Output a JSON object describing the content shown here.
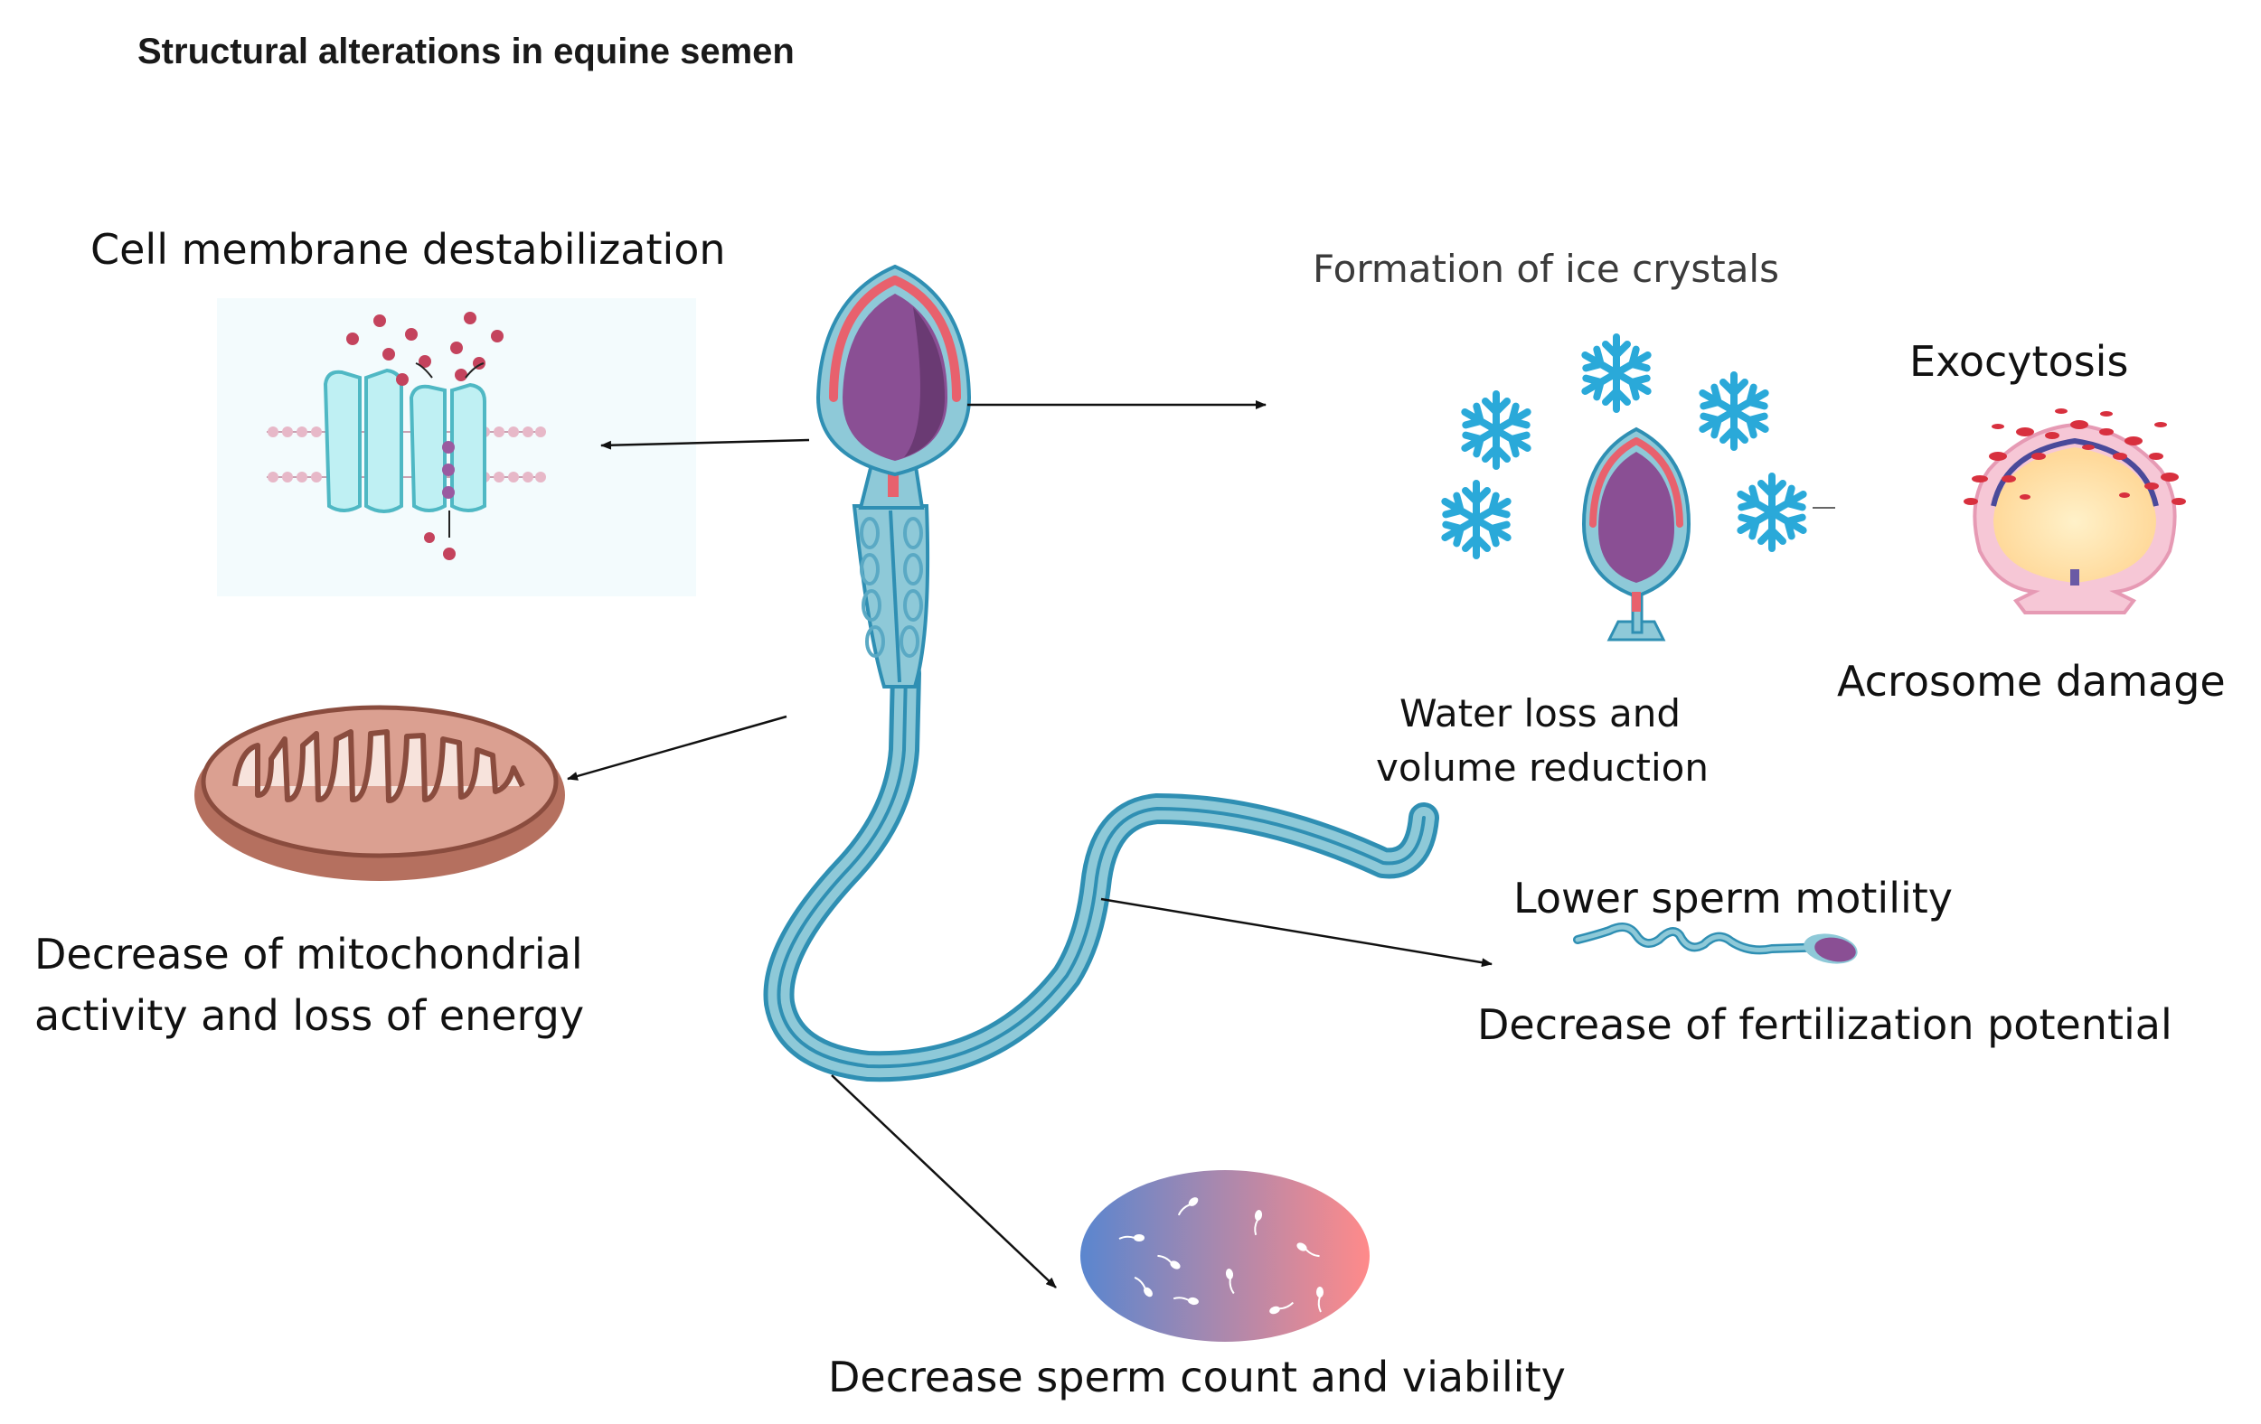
{
  "title": "Structural alterations in equine semen",
  "labels": {
    "membrane": "Cell membrane destabilization",
    "ice": "Formation of ice crystals",
    "exocytosis": "Exocytosis",
    "acrosome": "Acrosome damage",
    "water_line1": "Water loss and",
    "water_line2": "volume reduction",
    "motility": "Lower sperm motility",
    "fertilization": "Decrease of fertilization potential",
    "mito_line1": "Decrease of mitochondrial",
    "mito_line2": "activity and loss of energy",
    "count": "Decrease sperm count and viability"
  },
  "colors": {
    "sperm_body": "#8ec9d8",
    "sperm_outline": "#2f8fb3",
    "head_purple": "#8a4f94",
    "acrosome_red": "#e8616d",
    "snowflake": "#2aa9d9",
    "mitochondria": "#c98a7d",
    "gradient_blue": "#5a86cf",
    "gradient_red": "#ff8a8a"
  },
  "icons": [
    "membrane-channel-icon",
    "snowflake-icon",
    "mitochondrion-icon",
    "acrosome-exocytosis-icon",
    "swimming-sperm-icon",
    "sperm-population-icon"
  ]
}
